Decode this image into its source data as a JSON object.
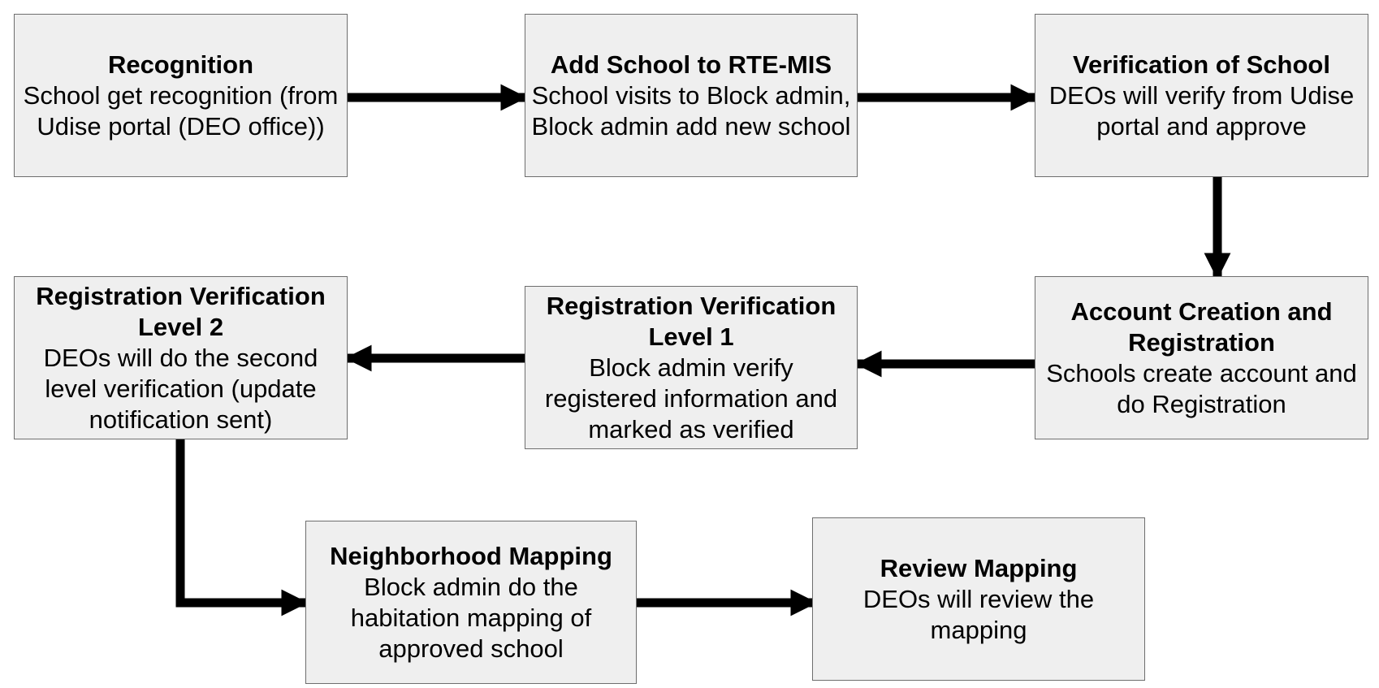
{
  "nodes": {
    "recognition": {
      "title": "Recognition",
      "desc": "School get recognition (from Udise portal (DEO office))"
    },
    "add_school": {
      "title": "Add School to RTE-MIS",
      "desc": "School visits to Block admin,\nBlock admin add new school"
    },
    "verification_school": {
      "title": "Verification of School",
      "desc": "DEOs will verify from Udise portal and approve"
    },
    "account_creation": {
      "title": "Account Creation and Registration",
      "desc": "Schools create account and do Registration"
    },
    "reg_level1": {
      "title": "Registration Verification Level 1",
      "desc": "Block admin verify registered information and marked as verified"
    },
    "reg_level2": {
      "title": "Registration Verification Level 2",
      "desc": "DEOs will do the second level verification (update notification sent)"
    },
    "neighborhood": {
      "title": "Neighborhood Mapping",
      "desc": "Block admin do the habitation mapping of approved school"
    },
    "review": {
      "title": "Review Mapping",
      "desc": "DEOs will review the mapping"
    }
  },
  "colors": {
    "box_fill": "#efefef",
    "box_border": "#6e6e6e",
    "arrow": "#000000"
  }
}
